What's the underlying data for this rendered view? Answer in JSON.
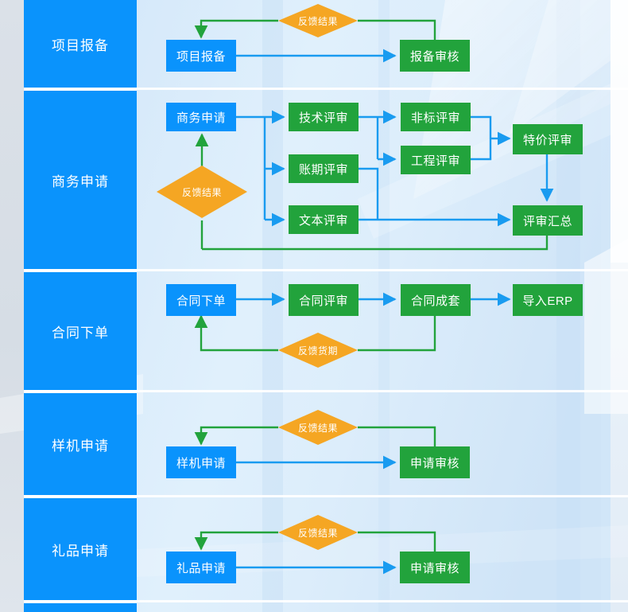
{
  "palette": {
    "blue_node": "#0a93fc",
    "green_node": "#22a33c",
    "orange_diamond": "#f5a623",
    "blue_arrow": "#199bf0",
    "green_arrow": "#22a33c",
    "rail_blue": "#0a93fc",
    "panel_bg": "#ddeefb",
    "page_bg": "#e3eaf1"
  },
  "rail": {
    "items": [
      {
        "label": "项目报备"
      },
      {
        "label": "商务申请"
      },
      {
        "label": "合同下单"
      },
      {
        "label": "样机申请"
      },
      {
        "label": "礼品申请"
      },
      {
        "label": ""
      }
    ]
  },
  "rows": [
    {
      "name": "project-filing",
      "title": "项目报备",
      "nodes": [
        {
          "id": "r1-n1",
          "label": "项目报备",
          "type": "blue"
        },
        {
          "id": "r1-n2",
          "label": "报备审核",
          "type": "green"
        }
      ],
      "decisions": [
        {
          "id": "r1-d1",
          "label": "反馈结果"
        }
      ]
    },
    {
      "name": "business-application",
      "title": "商务申请",
      "nodes": [
        {
          "id": "r2-n1",
          "label": "商务申请",
          "type": "blue"
        },
        {
          "id": "r2-n2",
          "label": "技术评审",
          "type": "green"
        },
        {
          "id": "r2-n3",
          "label": "账期评审",
          "type": "green"
        },
        {
          "id": "r2-n4",
          "label": "文本评审",
          "type": "green"
        },
        {
          "id": "r2-n5",
          "label": "非标评审",
          "type": "green"
        },
        {
          "id": "r2-n6",
          "label": "工程评审",
          "type": "green"
        },
        {
          "id": "r2-n7",
          "label": "特价评审",
          "type": "green"
        },
        {
          "id": "r2-n8",
          "label": "评审汇总",
          "type": "green"
        }
      ],
      "decisions": [
        {
          "id": "r2-d1",
          "label": "反馈结果"
        }
      ]
    },
    {
      "name": "contract-order",
      "title": "合同下单",
      "nodes": [
        {
          "id": "r3-n1",
          "label": "合同下单",
          "type": "blue"
        },
        {
          "id": "r3-n2",
          "label": "合同评审",
          "type": "green"
        },
        {
          "id": "r3-n3",
          "label": "合同成套",
          "type": "green"
        },
        {
          "id": "r3-n4",
          "label": "导入ERP",
          "type": "green"
        }
      ],
      "decisions": [
        {
          "id": "r3-d1",
          "label": "反馈货期"
        }
      ]
    },
    {
      "name": "sample-application",
      "title": "样机申请",
      "nodes": [
        {
          "id": "r4-n1",
          "label": "样机申请",
          "type": "blue"
        },
        {
          "id": "r4-n2",
          "label": "申请审核",
          "type": "green"
        }
      ],
      "decisions": [
        {
          "id": "r4-d1",
          "label": "反馈结果"
        }
      ]
    },
    {
      "name": "gift-application",
      "title": "礼品申请",
      "nodes": [
        {
          "id": "r5-n1",
          "label": "礼品申请",
          "type": "blue"
        },
        {
          "id": "r5-n2",
          "label": "申请审核",
          "type": "green"
        }
      ],
      "decisions": [
        {
          "id": "r5-d1",
          "label": "反馈结果"
        }
      ]
    }
  ],
  "chart_data": {
    "type": "diagram",
    "title": "",
    "diagram_kind": "swimlane-flowchart",
    "lanes": [
      "项目报备",
      "商务申请",
      "合同下单",
      "样机申请",
      "礼品申请"
    ],
    "edges": [
      {
        "from": "项目报备",
        "to": "报备审核",
        "color": "blue"
      },
      {
        "from": "报备审核",
        "to": "反馈结果",
        "color": "green"
      },
      {
        "from": "反馈结果",
        "to": "项目报备",
        "color": "green"
      },
      {
        "from": "商务申请",
        "to": "技术评审",
        "color": "blue"
      },
      {
        "from": "商务申请",
        "to": "账期评审",
        "color": "blue"
      },
      {
        "from": "商务申请",
        "to": "文本评审",
        "color": "blue"
      },
      {
        "from": "技术评审",
        "to": "非标评审",
        "color": "blue"
      },
      {
        "from": "技术评审",
        "to": "工程评审",
        "color": "blue"
      },
      {
        "from": "非标评审",
        "to": "特价评审",
        "color": "blue"
      },
      {
        "from": "工程评审",
        "to": "特价评审",
        "color": "blue"
      },
      {
        "from": "特价评审",
        "to": "评审汇总",
        "color": "blue"
      },
      {
        "from": "账期评审",
        "to": "评审汇总",
        "color": "blue"
      },
      {
        "from": "文本评审",
        "to": "评审汇总",
        "color": "blue"
      },
      {
        "from": "评审汇总",
        "to": "反馈结果",
        "color": "green"
      },
      {
        "from": "反馈结果",
        "to": "商务申请",
        "color": "green"
      },
      {
        "from": "合同下单",
        "to": "合同评审",
        "color": "blue"
      },
      {
        "from": "合同评审",
        "to": "合同成套",
        "color": "blue"
      },
      {
        "from": "合同成套",
        "to": "导入ERP",
        "color": "blue"
      },
      {
        "from": "合同成套",
        "to": "反馈货期",
        "color": "green"
      },
      {
        "from": "反馈货期",
        "to": "合同下单",
        "color": "green"
      },
      {
        "from": "样机申请",
        "to": "申请审核",
        "color": "blue"
      },
      {
        "from": "申请审核",
        "to": "反馈结果",
        "color": "green"
      },
      {
        "from": "反馈结果",
        "to": "样机申请",
        "color": "green"
      },
      {
        "from": "礼品申请",
        "to": "申请审核",
        "color": "blue"
      },
      {
        "from": "申请审核",
        "to": "反馈结果",
        "color": "green"
      },
      {
        "from": "反馈结果",
        "to": "礼品申请",
        "color": "green"
      }
    ]
  }
}
